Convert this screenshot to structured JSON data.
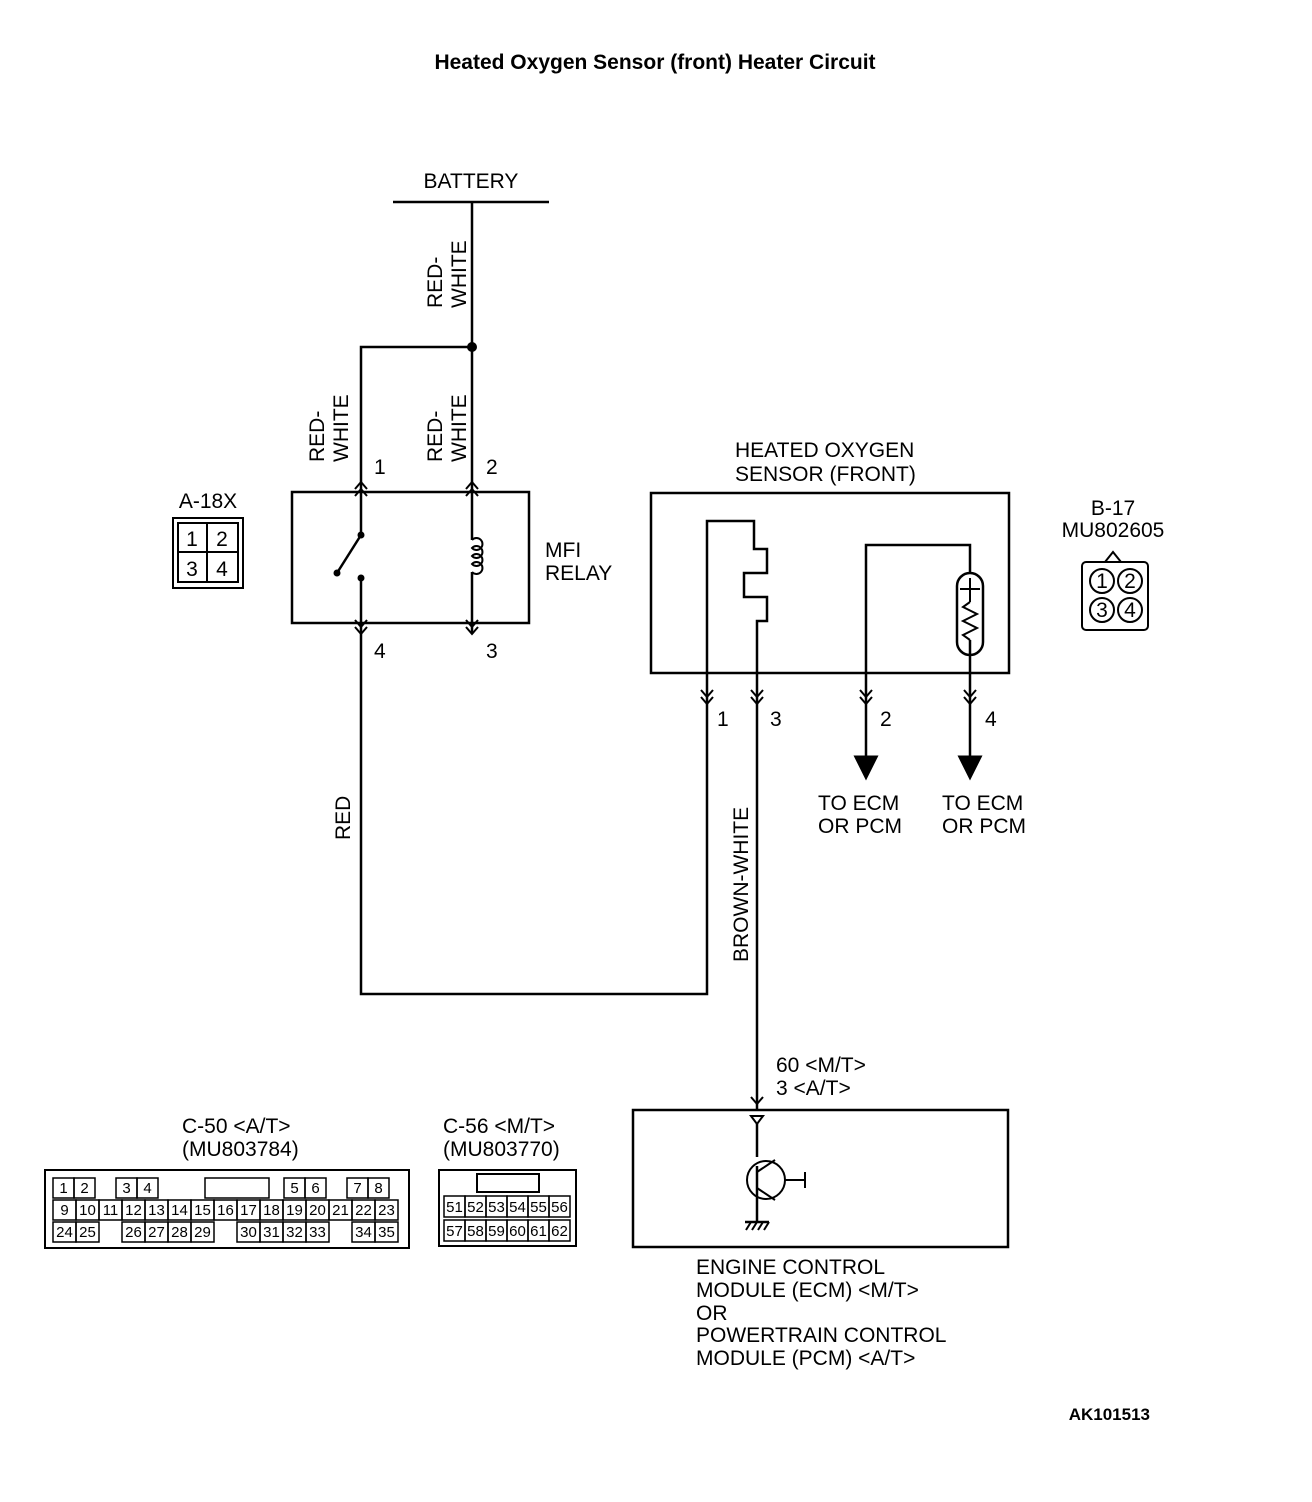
{
  "title": "Heated Oxygen Sensor (front) Heater Circuit",
  "figure_id": "AK101513",
  "battery": "BATTERY",
  "wires": {
    "top": [
      "RED-",
      "WHITE"
    ],
    "relay_pin1": [
      "RED-",
      "WHITE"
    ],
    "relay_pin2": [
      "RED-",
      "WHITE"
    ],
    "red": "RED",
    "brown_white": "BROWN-WHITE"
  },
  "relay": {
    "name": [
      "MFI",
      "RELAY"
    ],
    "pins": [
      "1",
      "2",
      "3",
      "4"
    ],
    "connector": {
      "id": "A-18X",
      "cells": [
        "1",
        "2",
        "3",
        "4"
      ]
    }
  },
  "sensor": {
    "name": [
      "HEATED OXYGEN",
      "SENSOR (FRONT)"
    ],
    "pins": [
      "1",
      "3",
      "2",
      "4"
    ],
    "connector": {
      "id": "B-17",
      "part": "MU802605",
      "cells": [
        "1",
        "2",
        "3",
        "4"
      ]
    },
    "to_ecm": [
      "TO ECM",
      "OR PCM"
    ]
  },
  "ecm": {
    "terminals": [
      "60 <M/T>",
      "3 <A/T>"
    ],
    "name": [
      "ENGINE CONTROL",
      "MODULE (ECM) <M/T>",
      "OR",
      "POWERTRAIN CONTROL",
      "MODULE (PCM) <A/T>"
    ]
  },
  "c50": {
    "title": "C-50 <A/T>",
    "part": "(MU803784)",
    "row1": [
      "1",
      "2",
      "",
      "3",
      "4",
      "",
      "",
      "",
      "",
      "",
      "",
      "5",
      "6",
      "",
      "7",
      "8"
    ],
    "row2": [
      "9",
      "10",
      "11",
      "12",
      "13",
      "14",
      "15",
      "16",
      "17",
      "18",
      "19",
      "20",
      "21",
      "22",
      "23"
    ],
    "row3": [
      "24",
      "25",
      "",
      "26",
      "27",
      "28",
      "29",
      "",
      "30",
      "31",
      "32",
      "33",
      "",
      "34",
      "35"
    ]
  },
  "c56": {
    "title": "C-56 <M/T>",
    "part": "(MU803770)",
    "row1": [
      "51",
      "52",
      "53",
      "54",
      "55",
      "56"
    ],
    "row2": [
      "57",
      "58",
      "59",
      "60",
      "61",
      "62"
    ]
  }
}
